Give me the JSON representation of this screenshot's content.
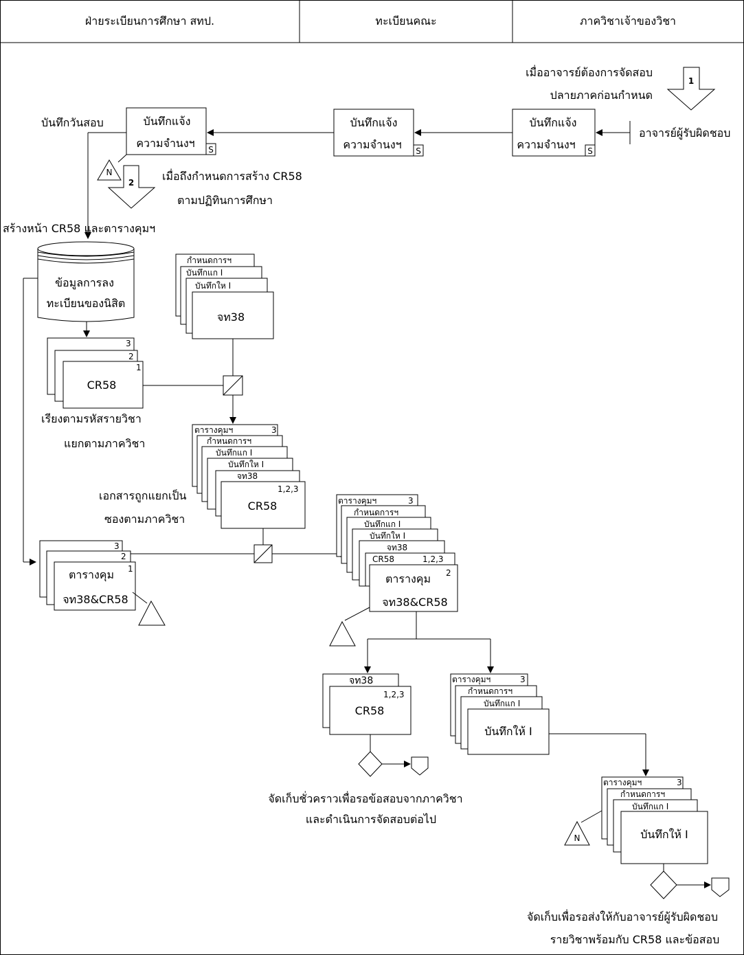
{
  "lanes": [
    "ฝ่ายระเบียนการศึกษา สทป.",
    "ทะเบียนคณะ",
    "ภาควิชาเจ้าของวิชา"
  ],
  "trigger1": {
    "number": "1",
    "line1": "เมื่ออาจารย์ต้องการจัดสอบ",
    "line2": "ปลายภาคก่อนกำหนด"
  },
  "examiner": "อาจารย์ผู้รับผิดชอบ",
  "memo": {
    "line1": "บันทึกแจ้ง",
    "line2": "ความจำนงฯ",
    "tag": "S"
  },
  "exam_date_label": "บันทึกวันสอบ",
  "store_n": "N",
  "trigger2": {
    "number": "2",
    "line1": "เมื่อถึงกำหนดการสร้าง CR58",
    "line2": "ตามปฏิทินการศึกษา"
  },
  "create_label": "สร้างหน้า CR58 และตารางคุมฯ",
  "database": {
    "line1": "ข้อมูลการลง",
    "line2": "ทะเบียนของนิสิต"
  },
  "docs": {
    "schedule": "กำหนดการฯ",
    "memo_correct": "บันทึกแก I",
    "memo_give": "บันทึกให I",
    "cht38": "จท38",
    "cr58": "CR58",
    "control_table": "ตารางคุมฯ",
    "control": "ตารางคุม",
    "cht38_cr58": "จท38&CR58",
    "memo_give_big": "บันทึกให้ I"
  },
  "copies": {
    "c1": "1",
    "c2": "2",
    "c3": "3",
    "c123": "1,2,3"
  },
  "sort_label": {
    "line1": "เรียงตามรหัสรายวิชา",
    "line2": "แยกตามภาควิชา"
  },
  "separate_label": {
    "line1": "เอกสารถูกแยกเป็น",
    "line2": "ซองตามภาควิชา"
  },
  "temp_store": {
    "line1": "จัดเก็บชั่วคราวเพื่อรอข้อสอบจากภาควิชา",
    "line2": "และดำเนินการจัดสอบต่อไป"
  },
  "final_store": {
    "line1": "จัดเก็บเพื่อรอส่งให้กับอาจารย์ผู้รับผิดชอบ",
    "line2": "รายวิชาพร้อมกับ CR58 และข้อสอบ"
  }
}
